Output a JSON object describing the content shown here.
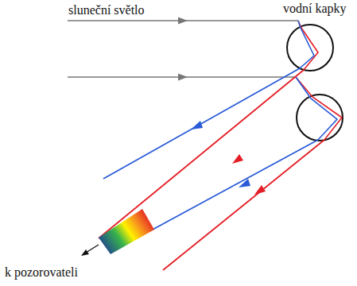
{
  "diagram": {
    "labels": [
      "sluneční světlo",
      "vodní kapky",
      "k pozorovateli"
    ]
  }
}
